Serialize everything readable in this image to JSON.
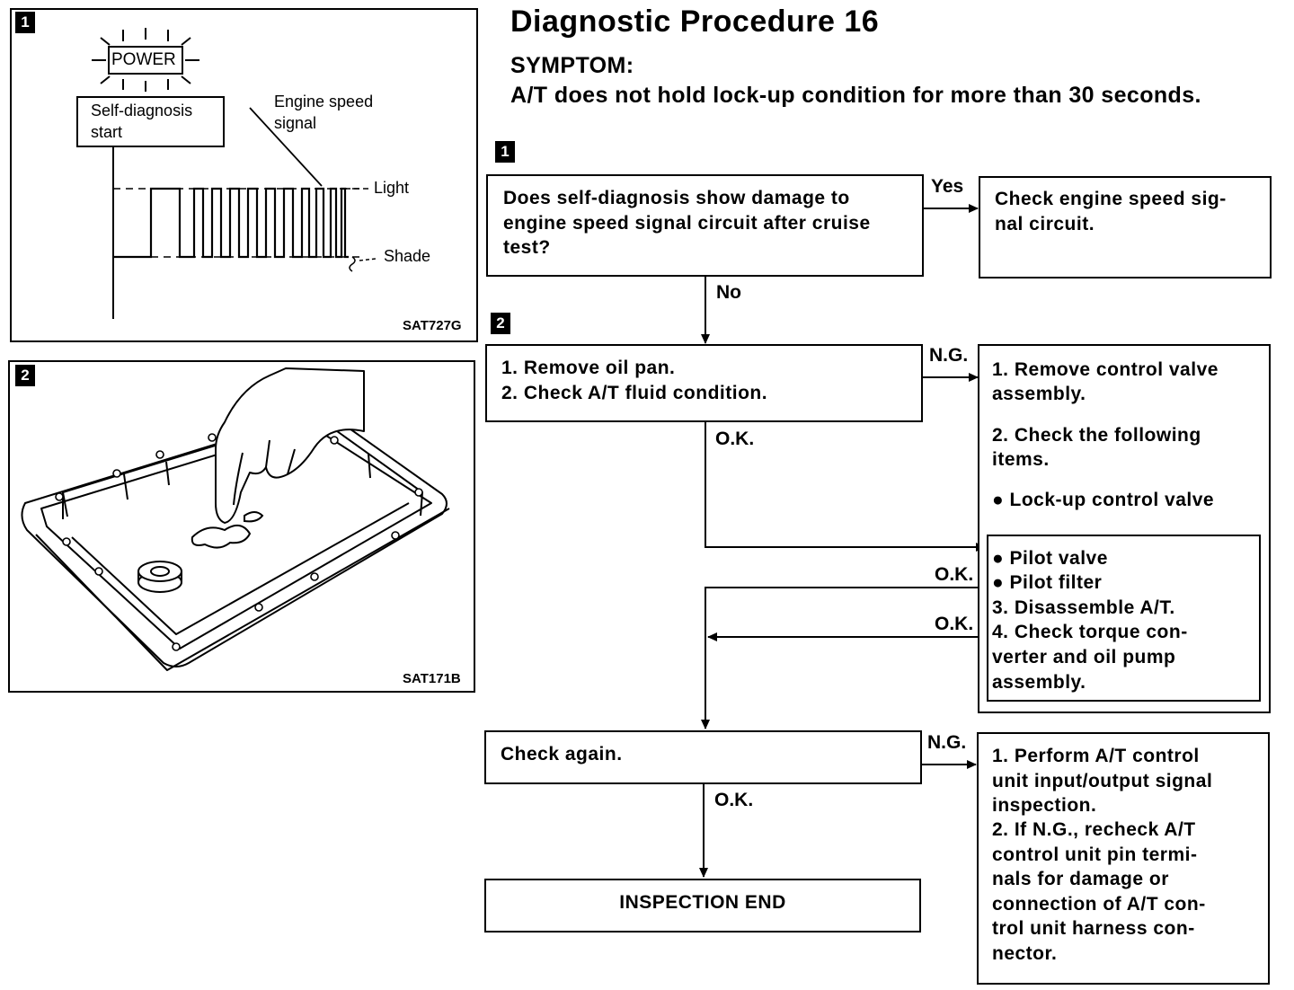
{
  "header": {
    "title": "Diagnostic Procedure 16",
    "symptom_label": "SYMPTOM:",
    "symptom_text": "A/T does not hold lock-up condition for more than 30 seconds."
  },
  "figure1": {
    "step_badge": "1",
    "power": "POWER",
    "self_diag_line1": "Self-diagnosis",
    "self_diag_line2": "start",
    "engine_line1": "Engine speed",
    "engine_line2": "signal",
    "light": "Light",
    "shade": "Shade",
    "code": "SAT727G"
  },
  "figure2": {
    "step_badge": "2",
    "code": "SAT171B"
  },
  "flow": {
    "step1_badge": "1",
    "step2_badge": "2",
    "q1": [
      "Does self-diagnosis show damage to",
      "engine speed signal circuit after cruise",
      "test?"
    ],
    "yes_label": "Yes",
    "yes_action": [
      "Check engine speed sig-",
      "nal circuit."
    ],
    "no_label": "No",
    "step2": [
      "1. Remove oil pan.",
      "2. Check A/T fluid condition."
    ],
    "ng_label_1": "N.G.",
    "ng_action_1": [
      "1.  Remove control valve",
      "     assembly.",
      "2.  Check the following",
      "     items.",
      "● Lock-up control valve"
    ],
    "ok_label_1": "O.K.",
    "inner_items": [
      "● Pilot valve",
      "● Pilot filter",
      "3. Disassemble A/T.",
      "4. Check torque con-",
      "    verter and oil pump",
      "    assembly."
    ],
    "ok_label_2": "O.K.",
    "ok_label_3": "O.K.",
    "check_again": "Check again.",
    "ng_label_2": "N.G.",
    "ng_action_2": [
      "1. Perform A/T control",
      "    unit input/output signal",
      "    inspection.",
      "2. If N.G., recheck A/T",
      "    control unit pin termi-",
      "    nals for damage or",
      "    connection of A/T con-",
      "    trol unit harness con-",
      "    nector."
    ],
    "ok_label_4": "O.K.",
    "end": "INSPECTION END"
  }
}
